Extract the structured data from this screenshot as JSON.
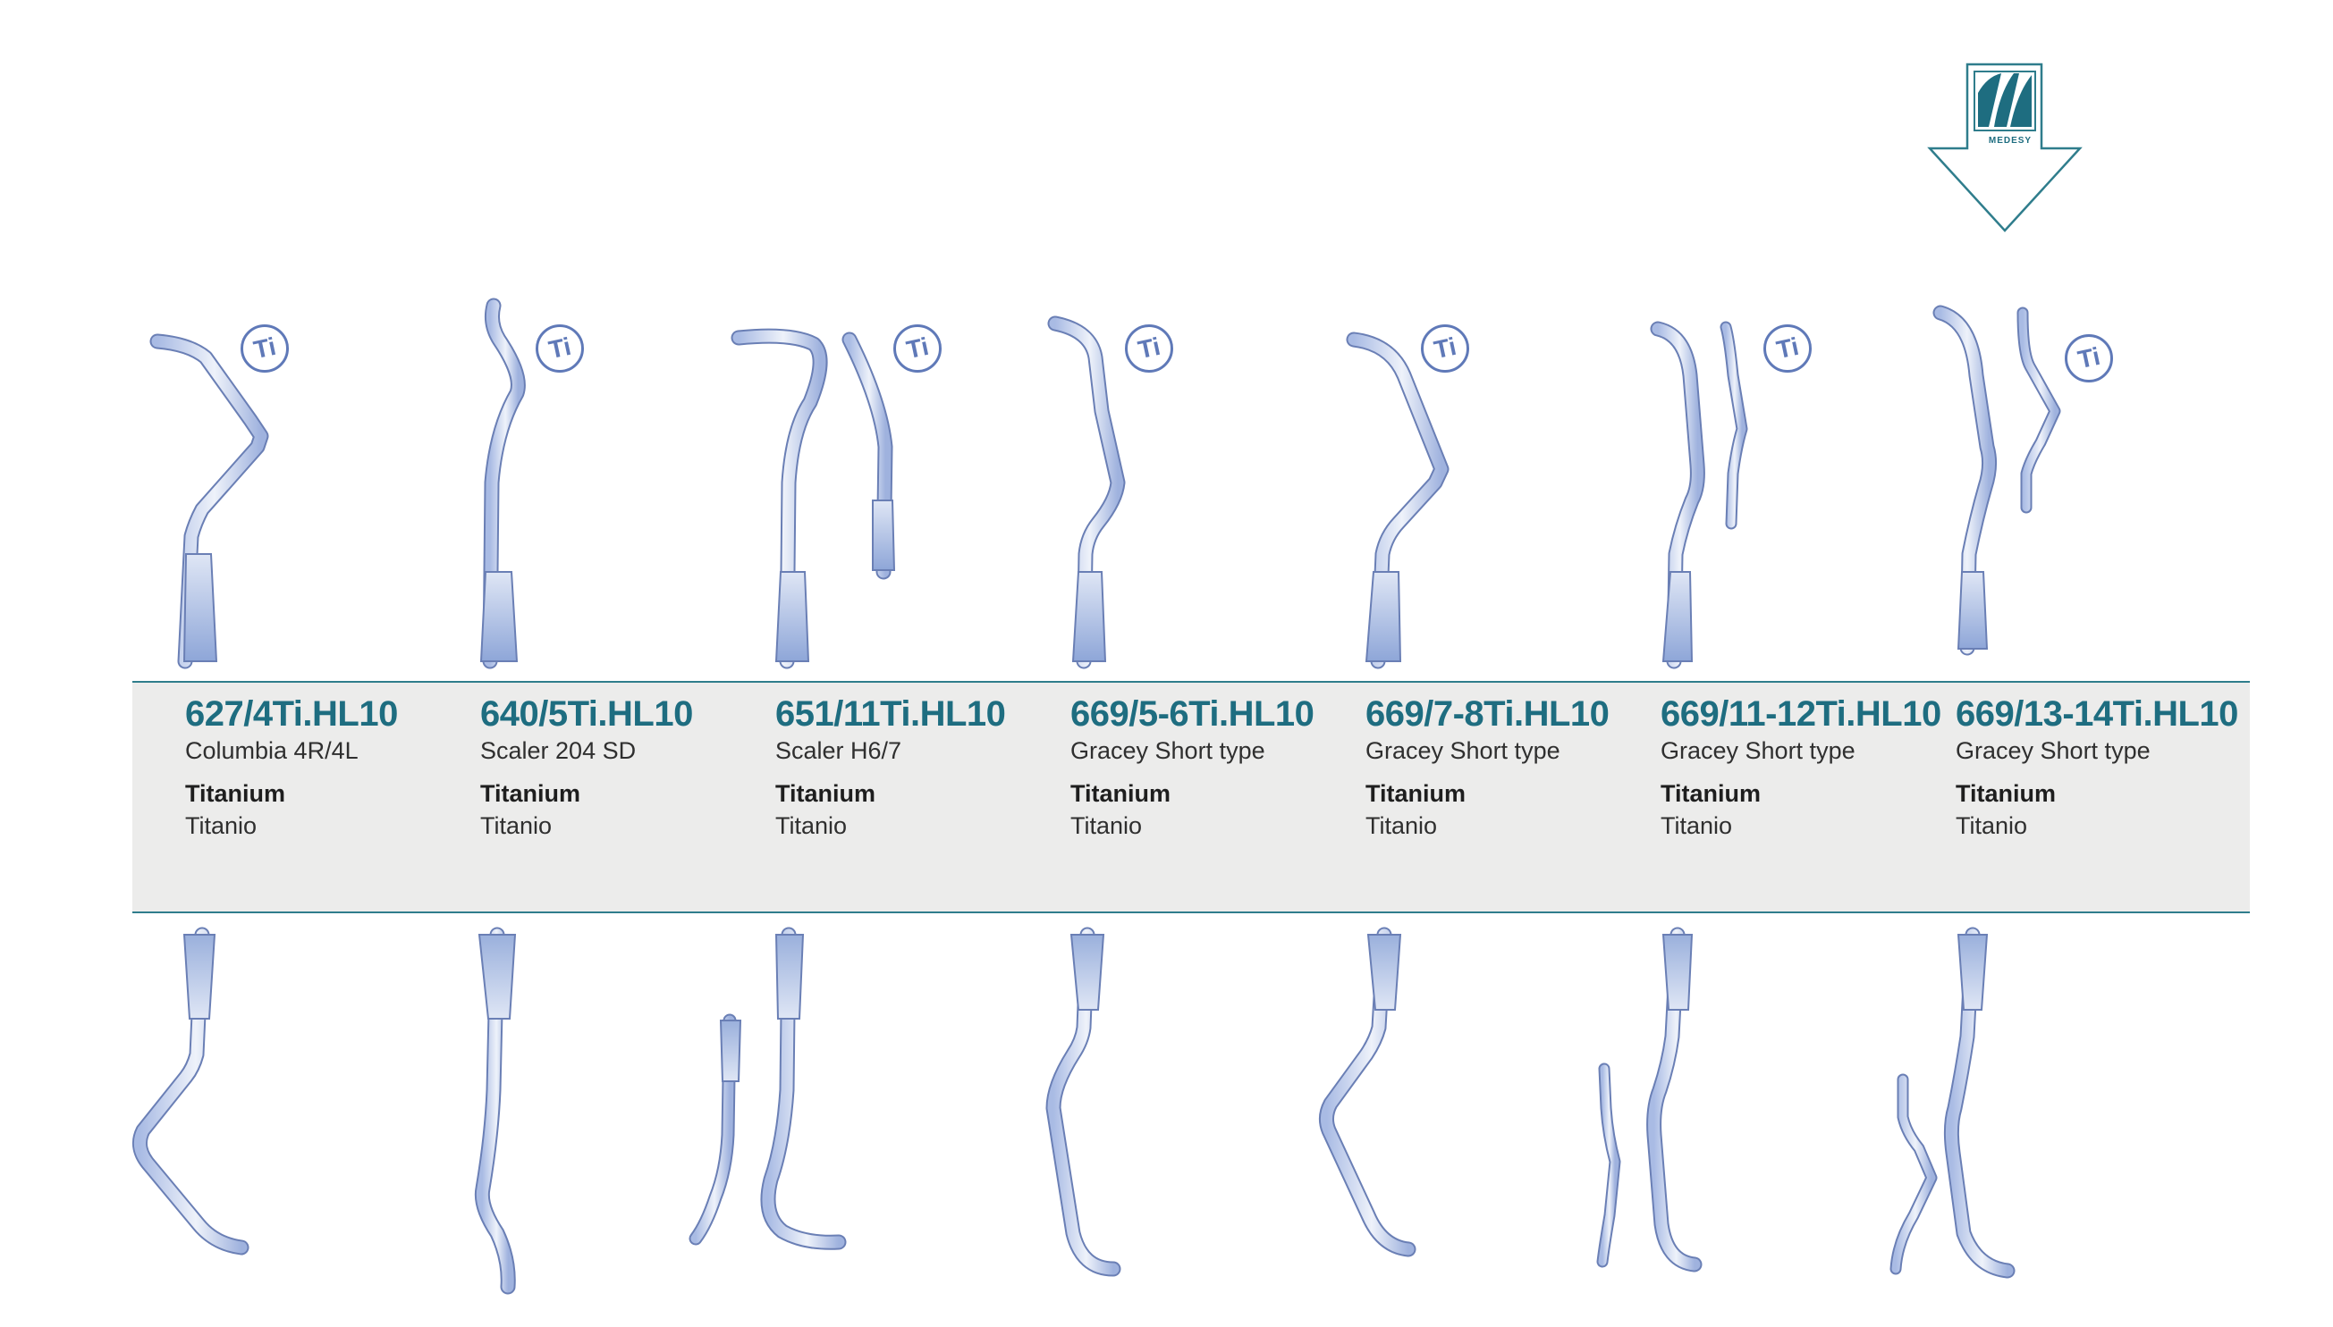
{
  "brand": {
    "logo_text": "MEDESY"
  },
  "badge_label": "Ti",
  "colors": {
    "accent": "#1e6d80",
    "band": "#ececeb",
    "band_line": "#2f7d8c",
    "instrument_light": "#e9eef8",
    "instrument_dark": "#8ba3d6",
    "instrument_outline": "#6a7fb5",
    "badge": "#5f79b8"
  },
  "products": [
    {
      "code": "627/4Ti.HL10",
      "name": "Columbia 4R/4L",
      "material": "Titanium",
      "material_alt": "Titanio"
    },
    {
      "code": "640/5Ti.HL10",
      "name": "Scaler 204 SD",
      "material": "Titanium",
      "material_alt": "Titanio"
    },
    {
      "code": "651/11Ti.HL10",
      "name": "Scaler H6/7",
      "material": "Titanium",
      "material_alt": "Titanio"
    },
    {
      "code": "669/5-6Ti.HL10",
      "name": "Gracey Short type",
      "material": "Titanium",
      "material_alt": "Titanio"
    },
    {
      "code": "669/7-8Ti.HL10",
      "name": "Gracey Short type",
      "material": "Titanium",
      "material_alt": "Titanio"
    },
    {
      "code": "669/11-12Ti.HL10",
      "name": "Gracey Short type",
      "material": "Titanium",
      "material_alt": "Titanio"
    },
    {
      "code": "669/13-14Ti.HL10",
      "name": "Gracey Short type",
      "material": "Titanium",
      "material_alt": "Titanio"
    }
  ]
}
